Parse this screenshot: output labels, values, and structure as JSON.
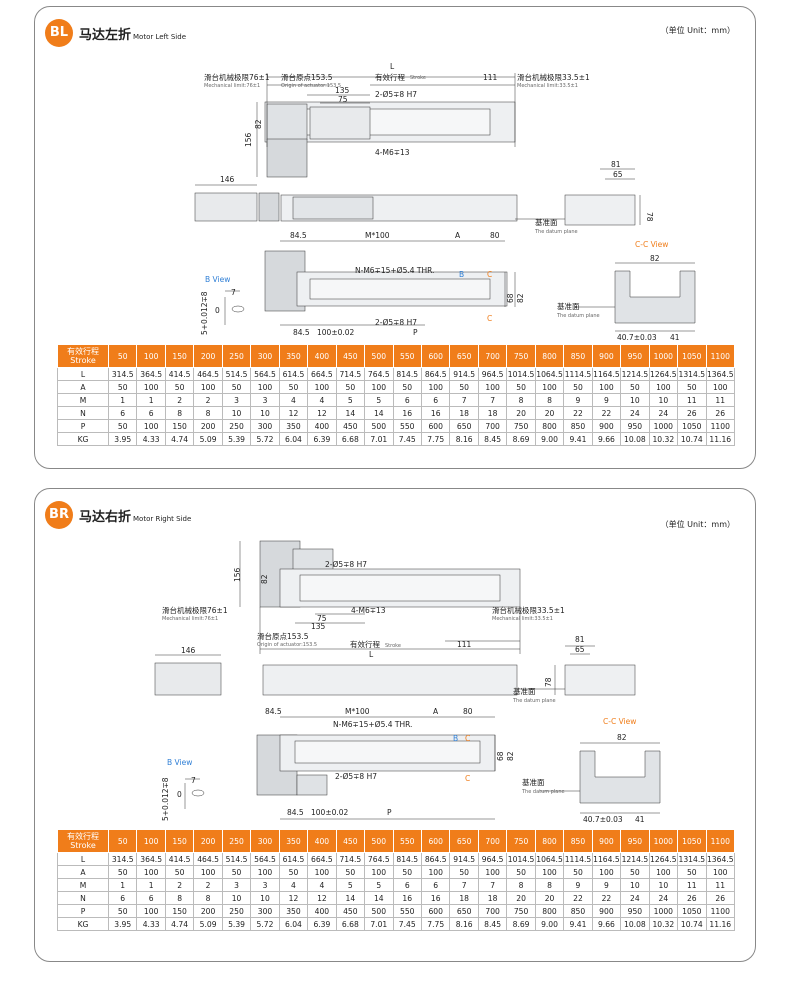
{
  "unit_label": "（单位 Unit：mm）",
  "sections": [
    {
      "badge": "BL",
      "title_cn": "马达左折",
      "title_en": "Motor Left Side",
      "labels": {
        "slide_left_cn": "滑台机械极限76±1",
        "slide_left_en": "Mechanical limit:76±1",
        "origin_cn": "滑台原点153.5",
        "origin_en": "Origin of actuator:153.5",
        "stroke_cn": "有效行程",
        "stroke_en": "Stroke",
        "slide_right_cn": "滑台机械极限33.5±1",
        "slide_right_en": "Mechanical limit:33.5±1",
        "L": "L",
        "d111": "111",
        "d135": "135",
        "d75": "75",
        "hole_pin": "2-Ø5∓8 H7",
        "d82": "82",
        "d156": "156",
        "m6": "4-M6∓13",
        "d146": "146",
        "d81": "81",
        "d65": "65",
        "d78": "78",
        "datum_cn": "基准面",
        "datum_en": "The datum plane",
        "d84_5": "84.5",
        "m100": "M*100",
        "A": "A",
        "d80": "80",
        "cc_view": "C-C View",
        "b_view": "B View",
        "n_m6": "N-M6∓15+Ø5.4 THR.",
        "B": "B",
        "C": "C",
        "d68": "68",
        "d7": "7",
        "tol": "5+0.012∓8",
        "zero": "0",
        "d100": "100±0.02",
        "hole_pin2": "2-Ø5∓8 H7",
        "P": "P",
        "d40_7": "40.7±0.03",
        "d41": "41"
      },
      "table": {
        "header_cn": "有效行程",
        "header_en": "Stroke",
        "strokes": [
          "50",
          "100",
          "150",
          "200",
          "250",
          "300",
          "350",
          "400",
          "450",
          "500",
          "550",
          "600",
          "650",
          "700",
          "750",
          "800",
          "850",
          "900",
          "950",
          "1000",
          "1050",
          "1100"
        ],
        "rows": [
          {
            "label": "L",
            "values": [
              "314.5",
              "364.5",
              "414.5",
              "464.5",
              "514.5",
              "564.5",
              "614.5",
              "664.5",
              "714.5",
              "764.5",
              "814.5",
              "864.5",
              "914.5",
              "964.5",
              "1014.5",
              "1064.5",
              "1114.5",
              "1164.5",
              "1214.5",
              "1264.5",
              "1314.5",
              "1364.5"
            ]
          },
          {
            "label": "A",
            "values": [
              "50",
              "100",
              "50",
              "100",
              "50",
              "100",
              "50",
              "100",
              "50",
              "100",
              "50",
              "100",
              "50",
              "100",
              "50",
              "100",
              "50",
              "100",
              "50",
              "100",
              "50",
              "100"
            ]
          },
          {
            "label": "M",
            "values": [
              "1",
              "1",
              "2",
              "2",
              "3",
              "3",
              "4",
              "4",
              "5",
              "5",
              "6",
              "6",
              "7",
              "7",
              "8",
              "8",
              "9",
              "9",
              "10",
              "10",
              "11",
              "11"
            ]
          },
          {
            "label": "N",
            "values": [
              "6",
              "6",
              "8",
              "8",
              "10",
              "10",
              "12",
              "12",
              "14",
              "14",
              "16",
              "16",
              "18",
              "18",
              "20",
              "20",
              "22",
              "22",
              "24",
              "24",
              "26",
              "26"
            ]
          },
          {
            "label": "P",
            "values": [
              "50",
              "100",
              "150",
              "200",
              "250",
              "300",
              "350",
              "400",
              "450",
              "500",
              "550",
              "600",
              "650",
              "700",
              "750",
              "800",
              "850",
              "900",
              "950",
              "1000",
              "1050",
              "1100"
            ]
          },
          {
            "label": "KG",
            "values": [
              "3.95",
              "4.33",
              "4.74",
              "5.09",
              "5.39",
              "5.72",
              "6.04",
              "6.39",
              "6.68",
              "7.01",
              "7.45",
              "7.75",
              "8.16",
              "8.45",
              "8.69",
              "9.00",
              "9.41",
              "9.66",
              "10.08",
              "10.32",
              "10.74",
              "11.16"
            ]
          }
        ]
      }
    },
    {
      "badge": "BR",
      "title_cn": "马达右折",
      "title_en": "Motor Right Side",
      "labels": {
        "slide_left_cn": "滑台机械极限76±1",
        "slide_left_en": "Mechanical limit:76±1",
        "origin_cn": "滑台原点153.5",
        "origin_en": "Origin of actuator:153.5",
        "stroke_cn": "有效行程",
        "stroke_en": "Stroke",
        "slide_right_cn": "滑台机械极限33.5±1",
        "slide_right_en": "Mechanical limit:33.5±1",
        "L": "L",
        "d111": "111",
        "d135": "135",
        "d75": "75",
        "hole_pin": "2-Ø5∓8 H7",
        "d82": "82",
        "d156": "156",
        "m6": "4-M6∓13",
        "d146": "146",
        "d81": "81",
        "d65": "65",
        "d78": "78",
        "datum_cn": "基准面",
        "datum_en": "The datum plane",
        "d84_5": "84.5",
        "m100": "M*100",
        "A": "A",
        "d80": "80",
        "cc_view": "C-C View",
        "b_view": "B View",
        "n_m6": "N-M6∓15+Ø5.4 THR.",
        "B": "B",
        "C": "C",
        "d68": "68",
        "d7": "7",
        "tol": "5+0.012∓8",
        "zero": "0",
        "d100": "100±0.02",
        "hole_pin2": "2-Ø5∓8 H7",
        "P": "P",
        "d40_7": "40.7±0.03",
        "d41": "41"
      },
      "table": {
        "header_cn": "有效行程",
        "header_en": "Stroke",
        "strokes": [
          "50",
          "100",
          "150",
          "200",
          "250",
          "300",
          "350",
          "400",
          "450",
          "500",
          "550",
          "600",
          "650",
          "700",
          "750",
          "800",
          "850",
          "900",
          "950",
          "1000",
          "1050",
          "1100"
        ],
        "rows": [
          {
            "label": "L",
            "values": [
              "314.5",
              "364.5",
              "414.5",
              "464.5",
              "514.5",
              "564.5",
              "614.5",
              "664.5",
              "714.5",
              "764.5",
              "814.5",
              "864.5",
              "914.5",
              "964.5",
              "1014.5",
              "1064.5",
              "1114.5",
              "1164.5",
              "1214.5",
              "1264.5",
              "1314.5",
              "1364.5"
            ]
          },
          {
            "label": "A",
            "values": [
              "50",
              "100",
              "50",
              "100",
              "50",
              "100",
              "50",
              "100",
              "50",
              "100",
              "50",
              "100",
              "50",
              "100",
              "50",
              "100",
              "50",
              "100",
              "50",
              "100",
              "50",
              "100"
            ]
          },
          {
            "label": "M",
            "values": [
              "1",
              "1",
              "2",
              "2",
              "3",
              "3",
              "4",
              "4",
              "5",
              "5",
              "6",
              "6",
              "7",
              "7",
              "8",
              "8",
              "9",
              "9",
              "10",
              "10",
              "11",
              "11"
            ]
          },
          {
            "label": "N",
            "values": [
              "6",
              "6",
              "8",
              "8",
              "10",
              "10",
              "12",
              "12",
              "14",
              "14",
              "16",
              "16",
              "18",
              "18",
              "20",
              "20",
              "22",
              "22",
              "24",
              "24",
              "26",
              "26"
            ]
          },
          {
            "label": "P",
            "values": [
              "50",
              "100",
              "150",
              "200",
              "250",
              "300",
              "350",
              "400",
              "450",
              "500",
              "550",
              "600",
              "650",
              "700",
              "750",
              "800",
              "850",
              "900",
              "950",
              "1000",
              "1050",
              "1100"
            ]
          },
          {
            "label": "KG",
            "values": [
              "3.95",
              "4.33",
              "4.74",
              "5.09",
              "5.39",
              "5.72",
              "6.04",
              "6.39",
              "6.68",
              "7.01",
              "7.45",
              "7.75",
              "8.16",
              "8.45",
              "8.69",
              "9.00",
              "9.41",
              "9.66",
              "10.08",
              "10.32",
              "10.74",
              "11.16"
            ]
          }
        ]
      }
    }
  ]
}
